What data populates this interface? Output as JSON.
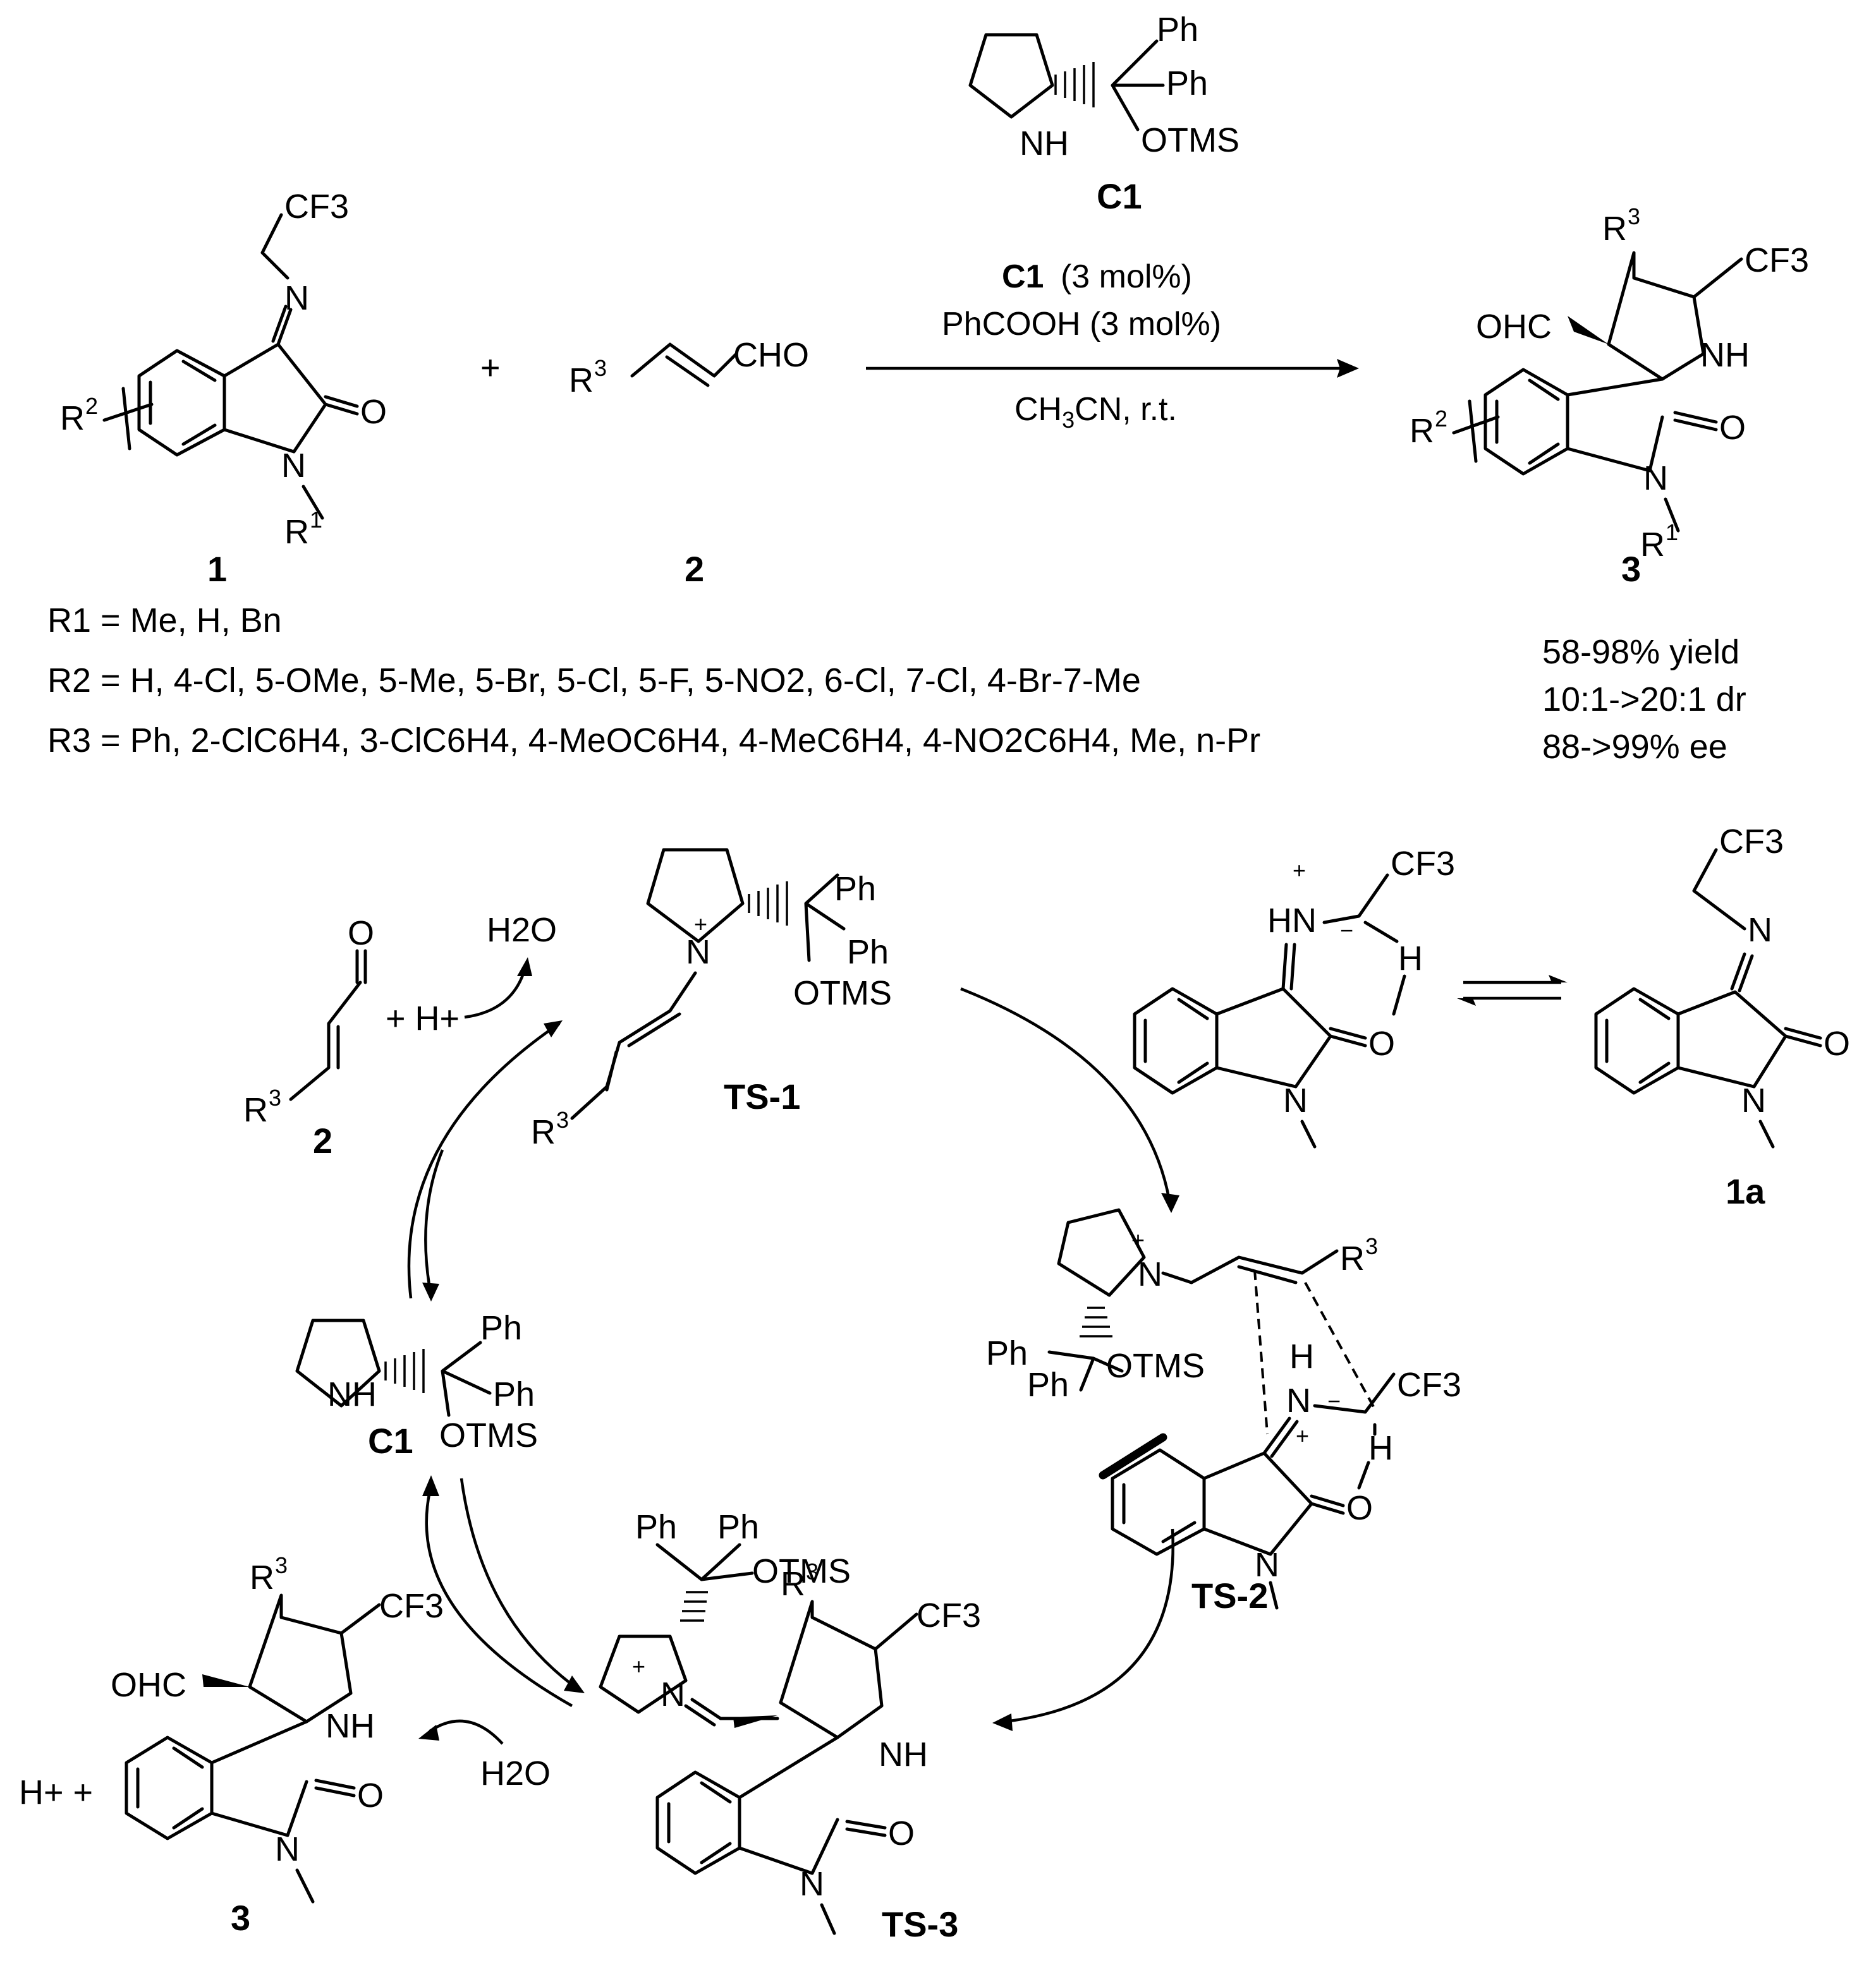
{
  "scheme": {
    "catalyst_label": "C1",
    "conditions": {
      "catalyst": "C1",
      "catalyst_loading": "(3 mol%)",
      "additive": "PhCOOH (3 mol%)",
      "solvent_temp": "CH3CN, r.t."
    },
    "compound_labels": [
      "1",
      "2",
      "3",
      "1a",
      "C1",
      "TS-1",
      "TS-2",
      "TS-3",
      "2",
      "3"
    ],
    "plus_sign": "+",
    "substituents": {
      "r1": "R1 = Me, H, Bn",
      "r2": "R2 = H, 4-Cl, 5-OMe, 5-Me, 5-Br, 5-Cl, 5-F, 5-NO2, 6-Cl, 7-Cl, 4-Br-7-Me",
      "r3": "R3 = Ph, 2-ClC6H4, 3-ClC6H4, 4-MeOC6H4, 4-MeC6H4, 4-NO2C6H4, Me, n-Pr"
    },
    "results": {
      "yield": "58-98% yield",
      "dr": "10:1->20:1 dr",
      "ee": "88->99% ee"
    },
    "atom_text": {
      "ph": "Ph",
      "otms": "OTMS",
      "cf3": "CF3",
      "cho": "CHO",
      "ohc": "OHC",
      "nh": "NH",
      "o": "O",
      "n": "N",
      "h": "H",
      "h2o": "H2O",
      "h_plus": "+ H+",
      "h_plus_plus": "H+ +"
    }
  }
}
